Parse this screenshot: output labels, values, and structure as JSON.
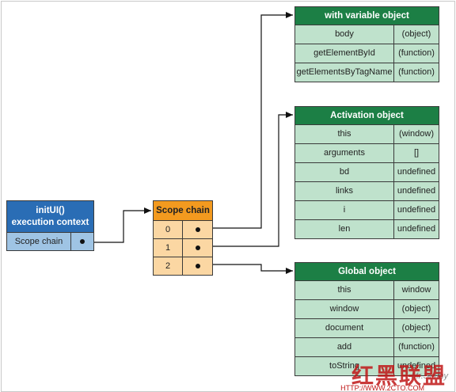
{
  "context": {
    "title_line1": "initUI()",
    "title_line2": "execution context",
    "row_label": "Scope chain"
  },
  "scope_chain": {
    "title": "Scope chain",
    "indices": [
      "0",
      "1",
      "2"
    ]
  },
  "objects": [
    {
      "title": "with variable object",
      "rows": [
        {
          "name": "body",
          "value": "(object)"
        },
        {
          "name": "getElementById",
          "value": "(function)"
        },
        {
          "name": "getElementsByTagName",
          "value": "(function)"
        }
      ]
    },
    {
      "title": "Activation object",
      "rows": [
        {
          "name": "this",
          "value": "(window)"
        },
        {
          "name": "arguments",
          "value": "[]"
        },
        {
          "name": "bd",
          "value": "undefined"
        },
        {
          "name": "links",
          "value": "undefined"
        },
        {
          "name": "i",
          "value": "undefined"
        },
        {
          "name": "len",
          "value": "undefined"
        }
      ]
    },
    {
      "title": "Global object",
      "rows": [
        {
          "name": "this",
          "value": "window"
        },
        {
          "name": "window",
          "value": "(object)"
        },
        {
          "name": "document",
          "value": "(object)"
        },
        {
          "name": "add",
          "value": "(function)"
        },
        {
          "name": "toString",
          "value": "undefined"
        }
      ]
    }
  ],
  "watermark": {
    "logo_text": "红黑联盟",
    "credit": "Mr.Sunny",
    "url": "HTTP://WWW.2CTO.COM"
  },
  "colors": {
    "object_header": "#1c7f45",
    "object_body": "#bfe2cc",
    "context_header": "#2a6db5",
    "context_body": "#9fc4e4",
    "scope_header": "#f39a1f",
    "scope_body": "#fbd7a3"
  }
}
